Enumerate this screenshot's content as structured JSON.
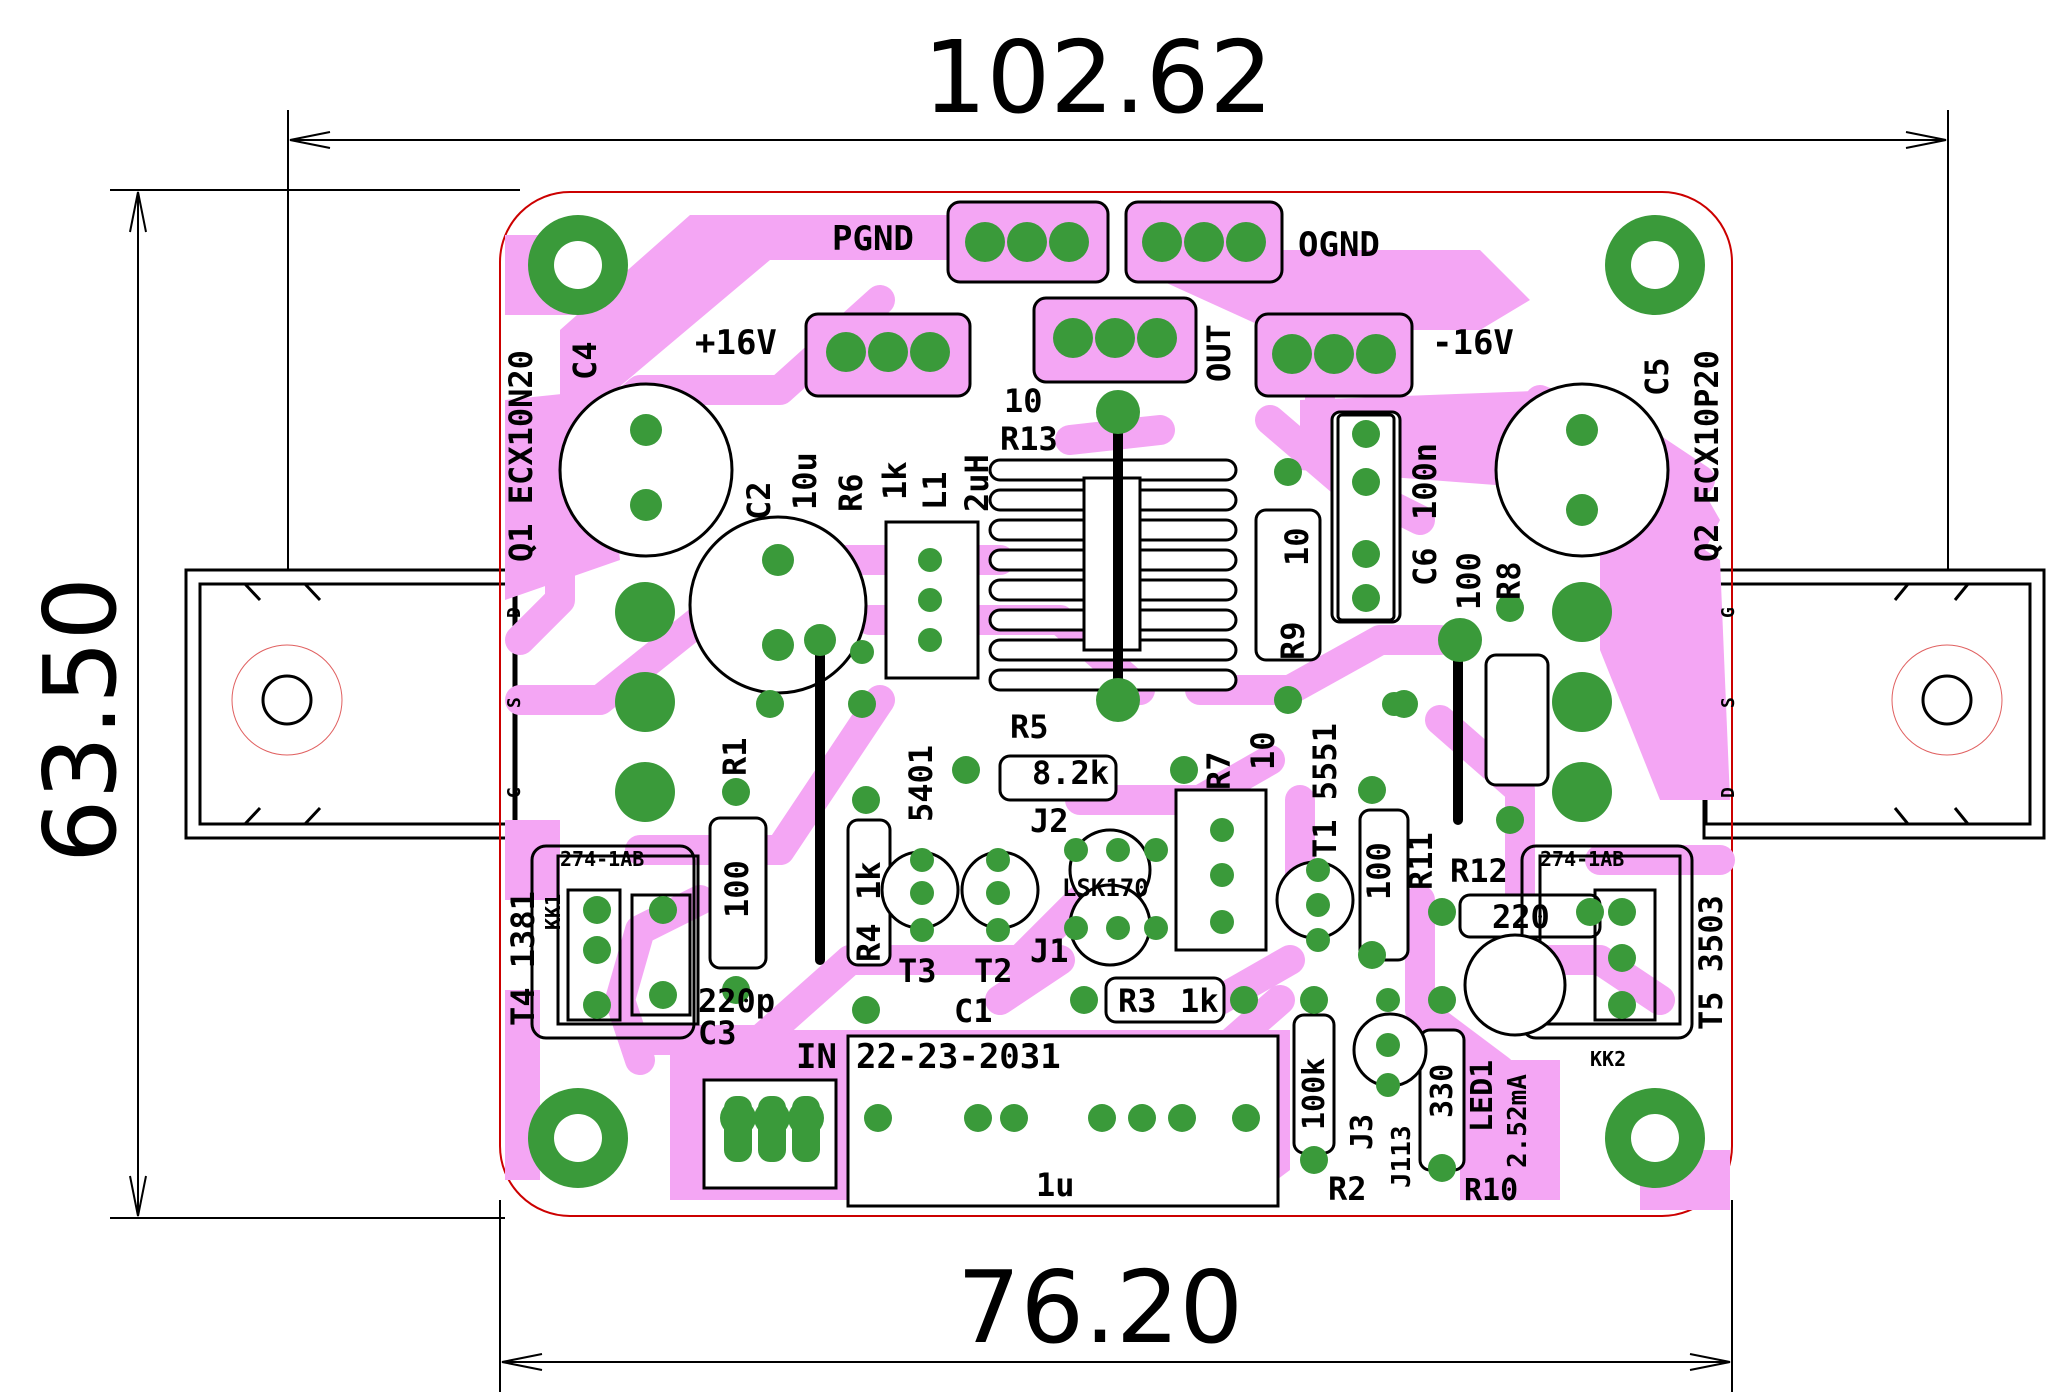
{
  "dimensions": {
    "width_top": "102.62",
    "width_bottom": "76.20",
    "height": "63.50"
  },
  "connectors": {
    "pgnd": "PGND",
    "ognd": "OGND",
    "v_plus": "+16V",
    "v_minus": "-16V",
    "out": "OUT",
    "in": "IN",
    "in_part": "22-23-2031"
  },
  "transistors": {
    "q1": "Q1 ECX10N20",
    "q2": "Q2 ECX10P20",
    "t1": "T1 5551",
    "t2": "T2",
    "t3": "T3",
    "t3_part": "5401",
    "t4": "T4 1381",
    "t5": "T5 3503",
    "j1": "J1",
    "j2": "J2",
    "j12_part": "LSK170",
    "j3": "J3",
    "j3_part": "J113",
    "pin_d": "D",
    "pin_s": "S",
    "pin_g": "G"
  },
  "heatsinks": {
    "kk1": "KK1",
    "kk1_part": "274-1AB",
    "kk2": "KK2",
    "kk2_part": "274-1AB"
  },
  "capacitors": {
    "c1": "C1",
    "c1_value": "1u",
    "c2": "C2",
    "c2_value": "10u",
    "c3": "C3",
    "c3_value": "220p",
    "c4": "C4",
    "c5": "C5",
    "c6": "C6",
    "c6_value": "100n"
  },
  "resistors": {
    "r1": "R1",
    "r1_value": "100",
    "r2": "R2",
    "r2_value": "100k",
    "r3": "R3",
    "r3_value": "1k",
    "r4": "R4",
    "r4_value": "1k",
    "r5": "R5",
    "r5_value": "8.2k",
    "r6": "R6",
    "r6_value": "1k",
    "r7": "R7",
    "r7_value": "10",
    "r8": "R8",
    "r8_value": "100",
    "r9": "R9",
    "r9_value": "10",
    "r10": "R10",
    "r10_value": "330",
    "r11": "R11",
    "r11_value": "100",
    "r12": "R12",
    "r12_value": "220",
    "r13": "R13",
    "r13_value": "10"
  },
  "inductor": {
    "l1": "L1",
    "l1_value": "2uH"
  },
  "led": {
    "led1": "LED1",
    "current": "2.52mA"
  },
  "colors": {
    "copper": "#f4a6f4",
    "pad": "#3a9a3a",
    "silkscreen": "#000000",
    "outline": "#cc0000"
  }
}
